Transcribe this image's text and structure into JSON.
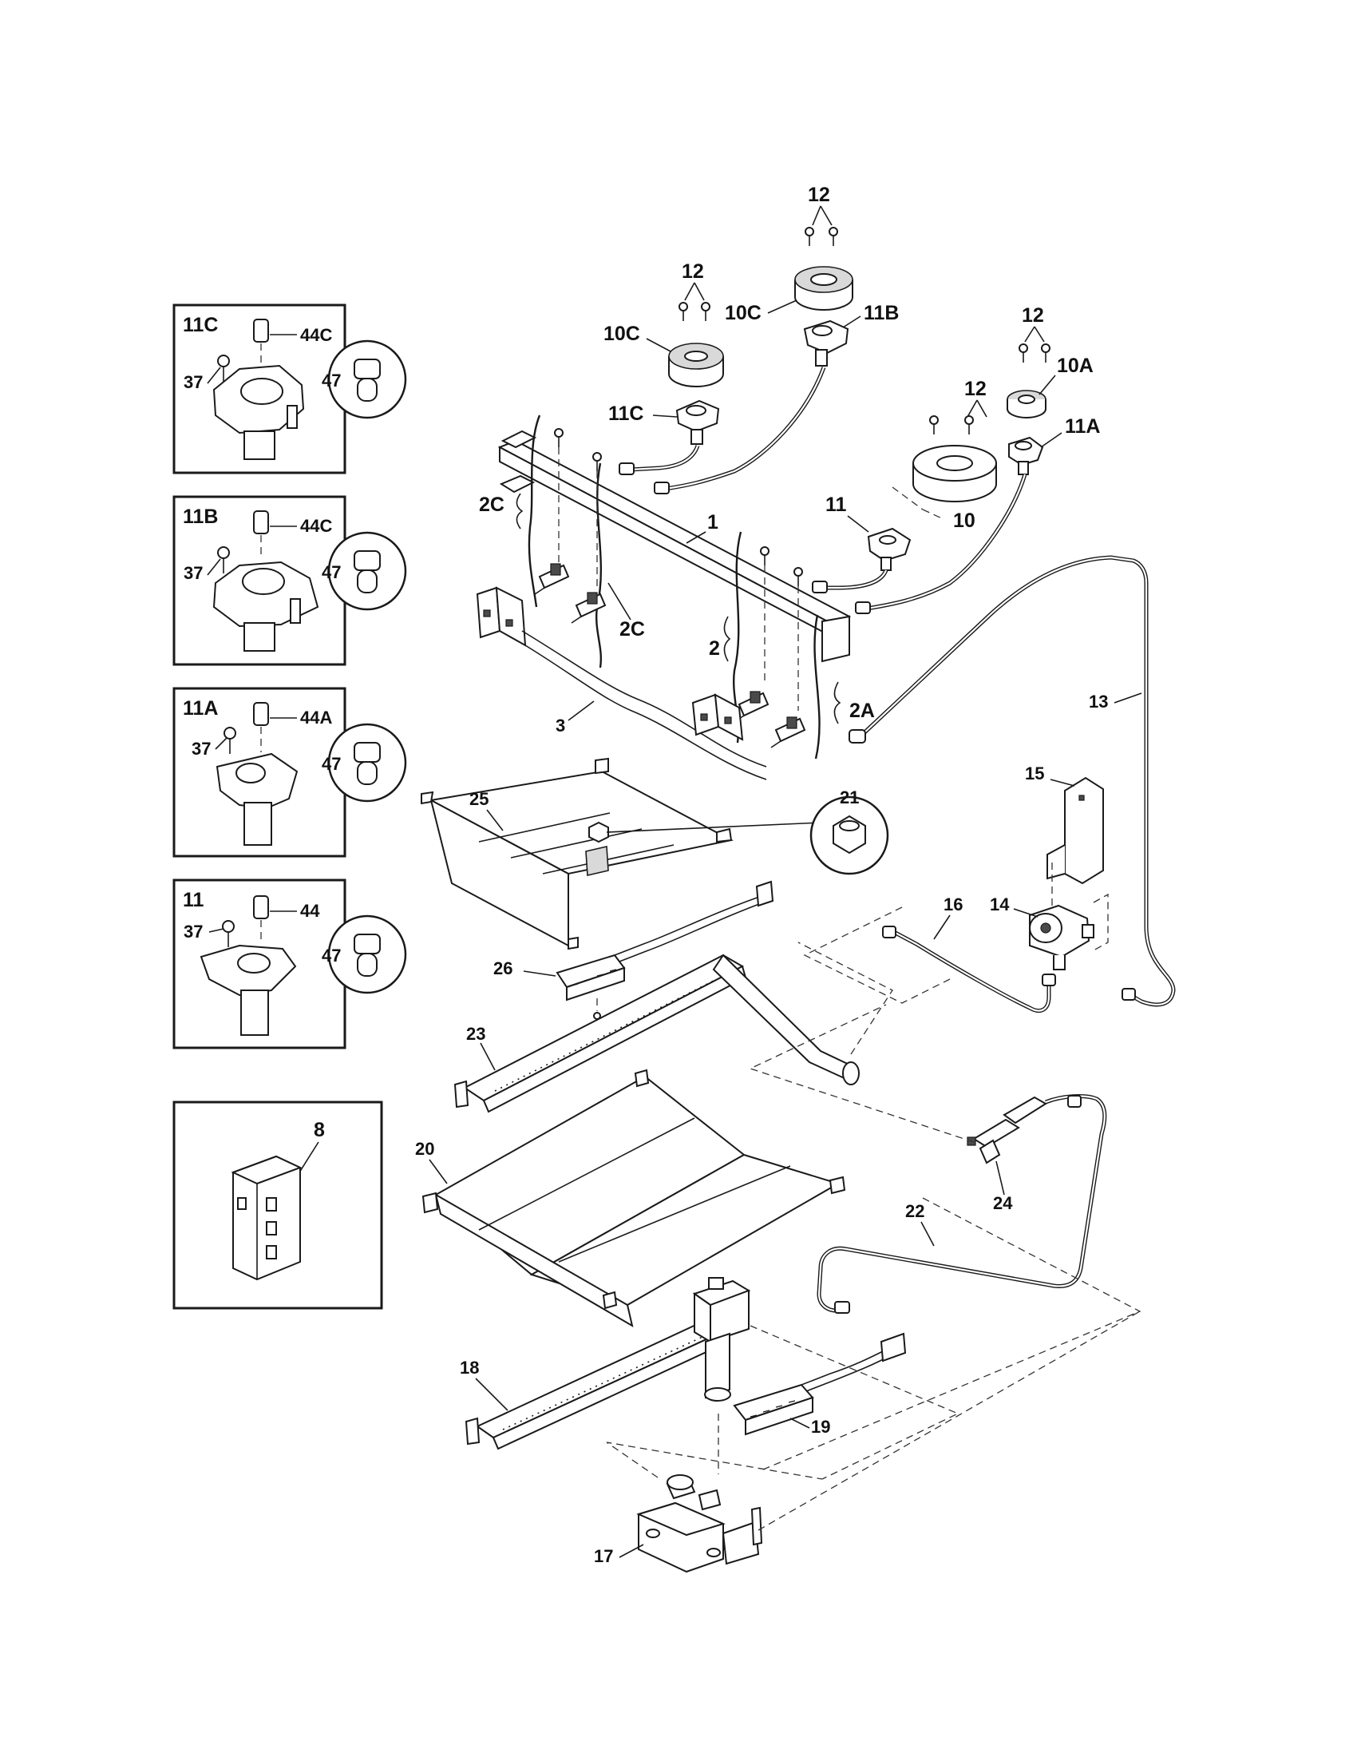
{
  "inset_boxes": [
    {
      "id": "11C",
      "title": "11C",
      "screw": "37",
      "cap": "44C",
      "orifice": "47"
    },
    {
      "id": "11B",
      "title": "11B",
      "screw": "37",
      "cap": "44C",
      "orifice": "47"
    },
    {
      "id": "11A",
      "title": "11A",
      "screw": "37",
      "cap": "44A",
      "orifice": "47"
    },
    {
      "id": "11",
      "title": "11",
      "screw": "37",
      "cap": "44",
      "orifice": "47"
    },
    {
      "id": "8",
      "title": "8"
    }
  ],
  "callouts": {
    "screws_a": "12",
    "screws_b": "12",
    "screws_c": "12",
    "screws_d": "12",
    "cap_10c_a": "10C",
    "cap_10c_b": "10C",
    "base_11b": "11B",
    "base_11c": "11C",
    "cap_10a": "10A",
    "base_11a": "11A",
    "cap_10": "10",
    "base_11": "11",
    "manifold": "1",
    "valve_2c_a": "2C",
    "valve_2c_b": "2C",
    "valve_2": "2",
    "valve_2a": "2A",
    "bracket_3": "3",
    "tube_13": "13",
    "bracket_15": "15",
    "regulator_14": "14",
    "tube_16": "16",
    "nut_21": "21",
    "shield_25": "25",
    "igniter_26": "26",
    "burner_23": "23",
    "baffle_20": "20",
    "orifice_24": "24",
    "tube_22": "22",
    "burner_18": "18",
    "igniter_19": "19",
    "valve_17": "17"
  }
}
